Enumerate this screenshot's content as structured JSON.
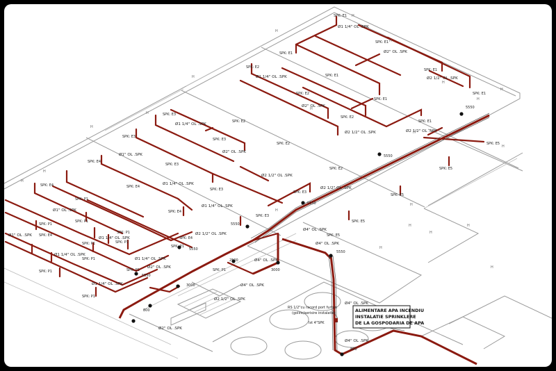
{
  "pipe_labels": {
    "d1_25": "Ø1 1/4\" OL .SPK",
    "d2": "Ø2\" OL .SPK",
    "d2_5": "Ø2 1/2\" OL .SPK",
    "d1": "Ø1\" OL .SPK",
    "d4": "Ø4\" OL .SPK"
  },
  "sprinkler_tags": {
    "e1": "SPK: E1",
    "e2": "SPK: E2",
    "e3": "SPK: E3",
    "e4": "SPK: E4",
    "e5": "SPK: E5",
    "p1": "SPK: P1"
  },
  "elevation_marks": {
    "m5550": "5550",
    "m3000": "3000",
    "m800": "800",
    "m2500": "2500"
  },
  "notes": {
    "connector_line1": "RS 1/2\"cu racord port furtun",
    "connector_line2": "(golire/aerisire instalatie)",
    "ball_valve": "Ist 4\"SPK"
  },
  "callout": {
    "line1": "ALIMENTARE APA INCENDIU",
    "line2": "INSTALATIE SPRINKLERE",
    "line3": "DE LA GOSPODARIA DE APA"
  }
}
